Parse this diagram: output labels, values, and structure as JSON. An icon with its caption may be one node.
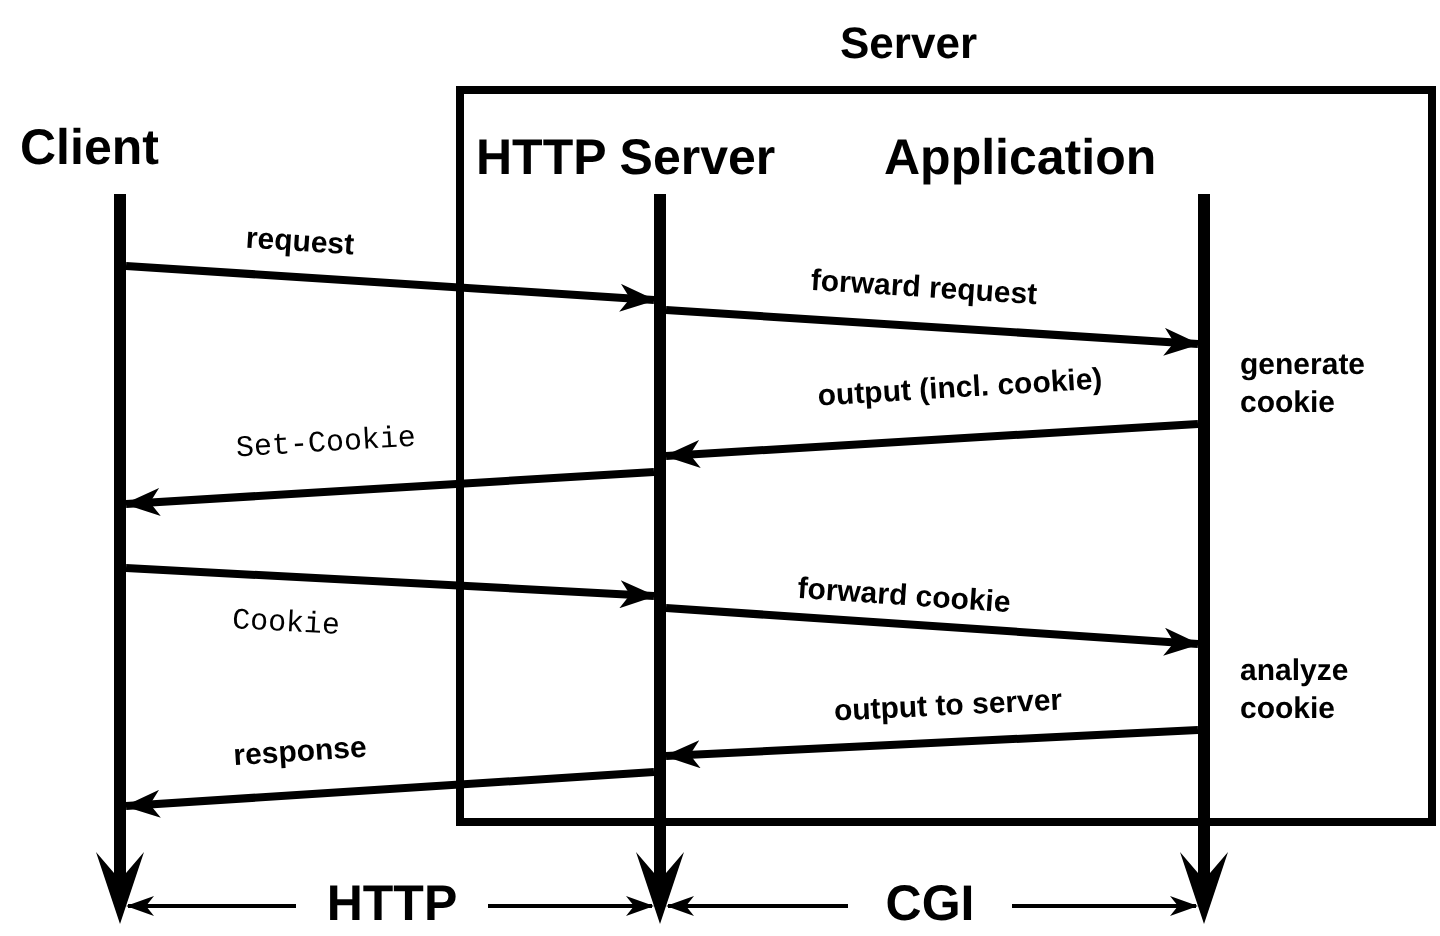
{
  "diagram": {
    "nodes": [
      {
        "text": [
          "Server"
        ]
      },
      {
        "text": [
          "Client"
        ]
      },
      {
        "text": [
          "HTTP Server"
        ],
        "in": 0
      },
      {
        "text": [
          "Application"
        ],
        "in": 0
      },
      {
        "text": [],
        "shape": "bar"
      },
      {
        "text": [],
        "shape": "bar"
      },
      {
        "text": [],
        "shape": "bar"
      }
    ],
    "edges": [
      {
        "from": 4,
        "to": 5,
        "arrow": "to",
        "label": "request"
      },
      {
        "from": 5,
        "to": 6,
        "arrow": "to",
        "label": "forward request"
      },
      {
        "from": 6,
        "to": 5,
        "arrow": "to",
        "label": "output (incl. cookie)"
      },
      {
        "from": 5,
        "to": 4,
        "arrow": "to",
        "label": "Set-Cookie"
      },
      {
        "from": 4,
        "to": 5,
        "arrow": "to",
        "label": "Cookie"
      },
      {
        "from": 5,
        "to": 6,
        "arrow": "to",
        "label": "forward cookie"
      },
      {
        "from": 6,
        "to": 5,
        "arrow": "to",
        "label": "output to server"
      },
      {
        "from": 5,
        "to": 4,
        "arrow": "to",
        "label": "response"
      }
    ],
    "labels": [
      "generate cookie",
      "analyze cookie",
      "HTTP",
      "CGI"
    ]
  }
}
